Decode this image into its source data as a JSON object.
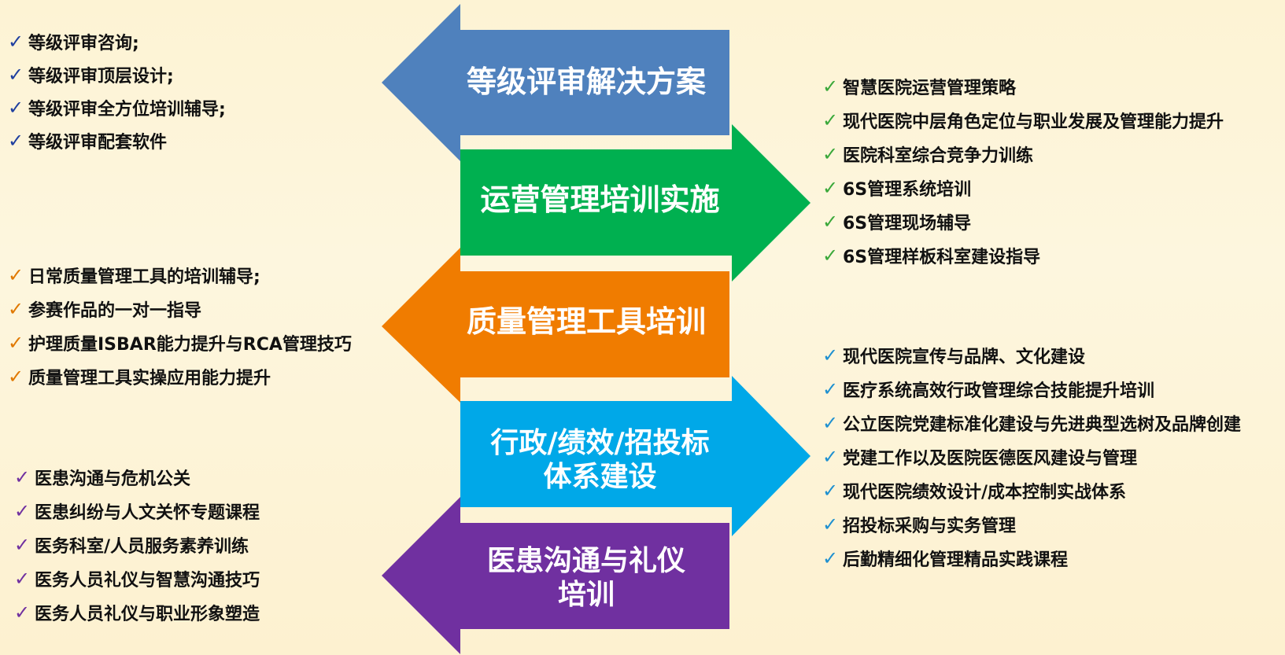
{
  "arrows": [
    {
      "id": "arrow-grade-review",
      "label": "等级评审解决方案",
      "direction": "left",
      "color": "#4f81bd"
    },
    {
      "id": "arrow-operations",
      "label": "运营管理培训实施",
      "direction": "right",
      "color": "#00b050"
    },
    {
      "id": "arrow-quality",
      "label": "质量管理工具培训",
      "direction": "left",
      "color": "#f07c00"
    },
    {
      "id": "arrow-admin",
      "label": "行政/绩效/招投标\n体系建设",
      "direction": "right",
      "color": "#00a8e8"
    },
    {
      "id": "arrow-communication",
      "label": "医患沟通与礼仪\n培训",
      "direction": "left",
      "color": "#7030a0"
    }
  ],
  "lists": {
    "grade_review": {
      "check_color": "#1f3f9f",
      "items": [
        "等级评审咨询;",
        "等级评审顶层设计;",
        "等级评审全方位培训辅导;",
        "等级评审配套软件"
      ]
    },
    "operations": {
      "check_color": "#3aa83a",
      "items": [
        "智慧医院运营管理策略",
        "现代医院中层角色定位与职业发展及管理能力提升",
        "医院科室综合竞争力训练",
        "6S管理系统培训",
        "6S管理现场辅导",
        "6S管理样板科室建设指导"
      ]
    },
    "quality": {
      "check_color": "#e07800",
      "items": [
        "日常质量管理工具的培训辅导;",
        "参赛作品的一对一指导",
        "护理质量ISBAR能力提升与RCA管理技巧",
        "质量管理工具实操应用能力提升"
      ]
    },
    "admin": {
      "check_color": "#1e90d0",
      "items": [
        "现代医院宣传与品牌、文化建设",
        "医疗系统高效行政管理综合技能提升培训",
        "公立医院党建标准化建设与先进典型选树及品牌创建",
        "党建工作以及医院医德医风建设与管理",
        "现代医院绩效设计/成本控制实战体系",
        "招投标采购与实务管理",
        "后勤精细化管理精品实践课程"
      ]
    },
    "communication": {
      "check_color": "#7030a0",
      "items": [
        "医患沟通与危机公关",
        "医患纠纷与人文关怀专题课程",
        "医务科室/人员服务素养训练",
        "医务人员礼仪与智慧沟通技巧",
        "医务人员礼仪与职业形象塑造"
      ]
    }
  },
  "check_icon": "✓"
}
